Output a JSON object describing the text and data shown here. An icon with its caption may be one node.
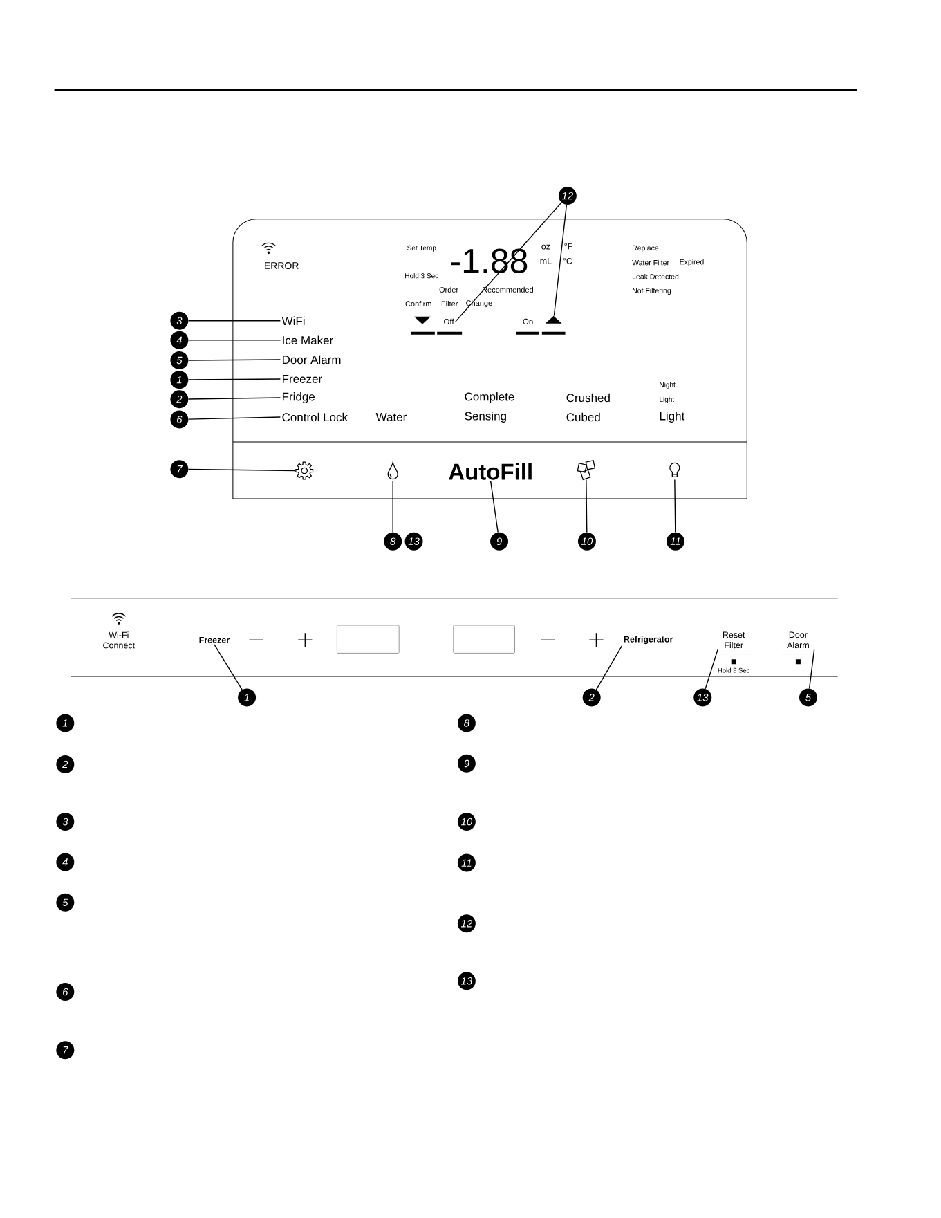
{
  "diagram": {
    "nodes": [
      {
        "text": [
          "12"
        ]
      },
      {
        "text": [
          "Off"
        ]
      },
      {
        "text": [],
        "shape": "triangle"
      },
      {
        "text": [
          "3"
        ]
      },
      {
        "text": [
          "WiFi"
        ]
      },
      {
        "text": [
          "4"
        ]
      },
      {
        "text": [
          "Ice Maker"
        ]
      },
      {
        "text": [
          "5"
        ]
      },
      {
        "text": [
          "Door Alarm"
        ]
      },
      {
        "text": [
          "1"
        ]
      },
      {
        "text": [
          "Freezer"
        ]
      },
      {
        "text": [
          "2"
        ]
      },
      {
        "text": [
          "Fridge"
        ]
      },
      {
        "text": [
          "6"
        ]
      },
      {
        "text": [
          "Control Lock"
        ]
      },
      {
        "text": [
          "7"
        ]
      },
      {
        "text": [],
        "shape": "gear"
      },
      {
        "text": [],
        "shape": "drop"
      },
      {
        "text": [
          "AutoFill"
        ]
      },
      {
        "text": [],
        "shape": "cubes"
      },
      {
        "text": [],
        "shape": "bulb"
      },
      {
        "text": [
          "8"
        ]
      },
      {
        "text": [
          "13"
        ]
      },
      {
        "text": [
          "9"
        ]
      },
      {
        "text": [
          "10"
        ]
      },
      {
        "text": [
          "11"
        ]
      },
      {
        "text": [
          "Freezer"
        ]
      },
      {
        "text": [
          "Refrigerator"
        ]
      },
      {
        "text": [
          "Reset Filter"
        ]
      },
      {
        "text": [
          "Door Alarm"
        ]
      },
      {
        "text": [
          "1"
        ]
      },
      {
        "text": [
          "2"
        ]
      },
      {
        "text": [
          "13"
        ]
      },
      {
        "text": [
          "5"
        ]
      },
      {
        "text": [],
        "shape": "box"
      },
      {
        "text": [],
        "shape": "box"
      },
      {
        "text": [
          "1"
        ]
      },
      {
        "text": [
          "8"
        ]
      },
      {
        "text": [
          "2"
        ]
      },
      {
        "text": [
          "9"
        ]
      },
      {
        "text": [
          "3"
        ]
      },
      {
        "text": [
          "10"
        ]
      },
      {
        "text": [
          "4"
        ]
      },
      {
        "text": [
          "11"
        ]
      },
      {
        "text": [
          "5"
        ]
      },
      {
        "text": [
          "12"
        ]
      },
      {
        "text": [
          "6"
        ]
      },
      {
        "text": [
          "13"
        ]
      },
      {
        "text": [
          "7"
        ]
      }
    ],
    "edges": [
      {
        "from": 0,
        "to": 1,
        "arrow": "none"
      },
      {
        "from": 0,
        "to": 2,
        "arrow": "none"
      },
      {
        "from": 3,
        "to": 4,
        "arrow": "none"
      },
      {
        "from": 5,
        "to": 6,
        "arrow": "none"
      },
      {
        "from": 7,
        "to": 8,
        "arrow": "none"
      },
      {
        "from": 9,
        "to": 10,
        "arrow": "none"
      },
      {
        "from": 11,
        "to": 12,
        "arrow": "none"
      },
      {
        "from": 13,
        "to": 14,
        "arrow": "none"
      },
      {
        "from": 15,
        "to": 16,
        "arrow": "none"
      },
      {
        "from": 21,
        "to": 17,
        "arrow": "none"
      },
      {
        "from": 23,
        "to": 18,
        "arrow": "none"
      },
      {
        "from": 24,
        "to": 19,
        "arrow": "none"
      },
      {
        "from": 25,
        "to": 20,
        "arrow": "none"
      },
      {
        "from": 30,
        "to": 26,
        "arrow": "none"
      },
      {
        "from": 31,
        "to": 27,
        "arrow": "none"
      },
      {
        "from": 32,
        "to": 28,
        "arrow": "none"
      },
      {
        "from": 33,
        "to": 29,
        "arrow": "none"
      }
    ],
    "labels": [
      "Set Temp",
      "oz",
      "°F",
      "Replace",
      "ERROR",
      "-1.88",
      "mL",
      "°C",
      "Water Filter",
      "Expired",
      "Hold 3 Sec",
      "Leak Detected",
      "Order",
      "Recommended",
      "Not Filtering",
      "Confirm",
      "Filter",
      "Change",
      "On",
      "Night",
      "Light",
      "Complete",
      "Crushed",
      "Water",
      "Sensing",
      "Cubed",
      "Light",
      "Wi-Fi Connect",
      "Hold 3 Sec"
    ]
  }
}
